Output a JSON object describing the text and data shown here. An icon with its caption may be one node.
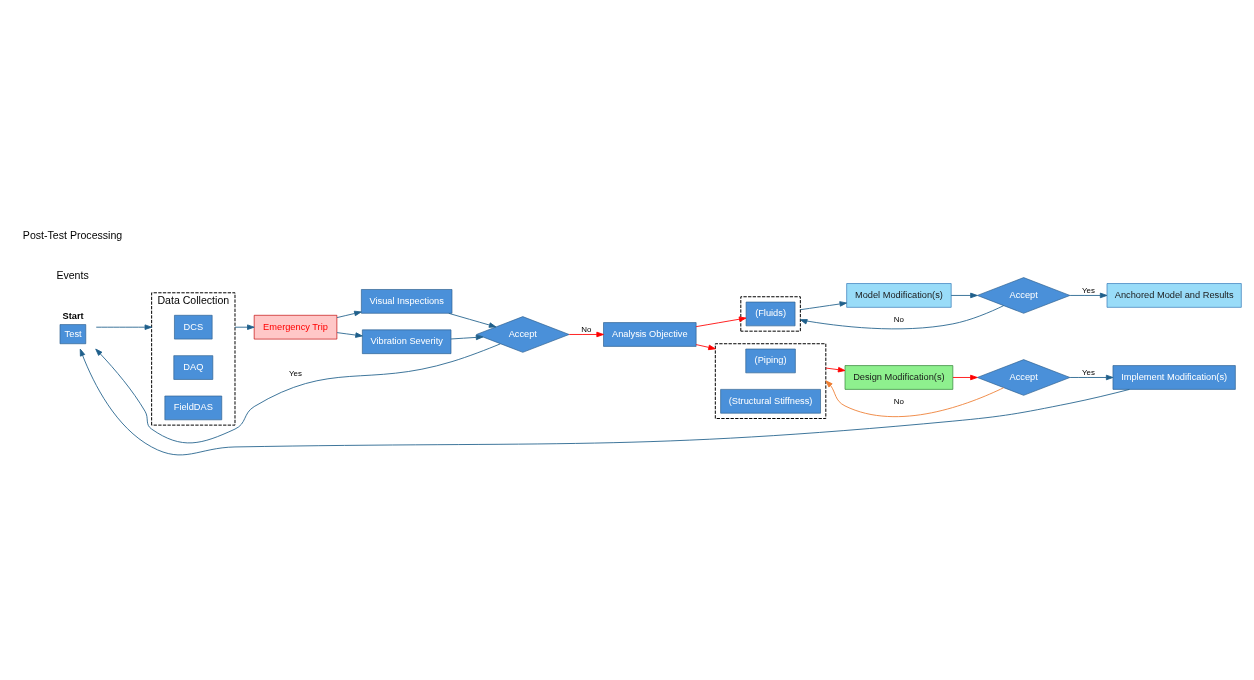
{
  "diagram": {
    "nodes": [
      {
        "text": [
          "Data Collection"
        ]
      },
      {
        "text": [
          "DCS"
        ],
        "in": 0
      },
      {
        "text": [
          "DAQ"
        ],
        "in": 0
      },
      {
        "text": [
          "FieldDAS"
        ],
        "in": 0
      },
      {
        "text": [
          "Test"
        ],
        "beside": [
          "Start"
        ]
      },
      {
        "text": [
          "Emergency Trip"
        ]
      },
      {
        "text": [
          "Visual Inspections"
        ]
      },
      {
        "text": [
          "Vibration Severity"
        ]
      },
      {
        "text": [
          "Accept"
        ]
      },
      {
        "text": [
          "Analysis Objective"
        ]
      },
      {
        "text": [],
        "shape": "box"
      },
      {
        "text": [
          "(Fluids)"
        ],
        "in": 10
      },
      {
        "text": [
          "Model Modification(s)"
        ]
      },
      {
        "text": [
          "Accept"
        ]
      },
      {
        "text": [
          "Anchored Model and Results"
        ]
      },
      {
        "text": [],
        "shape": "box"
      },
      {
        "text": [
          "(Piping)"
        ],
        "in": 15
      },
      {
        "text": [
          "(Structural Stiffness)"
        ],
        "in": 15
      },
      {
        "text": [
          "Design Modification(s)"
        ]
      },
      {
        "text": [
          "Accept"
        ]
      },
      {
        "text": [
          "Implement Modification(s)"
        ]
      }
    ],
    "edges": [
      {
        "from": 4,
        "to": 0,
        "arrow": "to"
      },
      {
        "from": 0,
        "to": 5,
        "arrow": "to"
      },
      {
        "from": 5,
        "to": 6,
        "arrow": "to"
      },
      {
        "from": 5,
        "to": 7,
        "arrow": "to"
      },
      {
        "from": 6,
        "to": 8,
        "arrow": "to"
      },
      {
        "from": 7,
        "to": 8,
        "arrow": "to"
      },
      {
        "from": 8,
        "to": 4,
        "arrow": "to",
        "label": "Yes"
      },
      {
        "from": 8,
        "to": 9,
        "arrow": "to",
        "label": "No",
        "color": "#ff0000"
      },
      {
        "from": 9,
        "to": 11,
        "arrow": "to",
        "color": "#ff0000"
      },
      {
        "from": 9,
        "to": 15,
        "arrow": "to",
        "color": "#ff0000"
      },
      {
        "from": 10,
        "to": 12,
        "arrow": "to"
      },
      {
        "from": 12,
        "to": 13,
        "arrow": "to"
      },
      {
        "from": 13,
        "to": 14,
        "arrow": "to",
        "label": "Yes"
      },
      {
        "from": 13,
        "to": 10,
        "arrow": "to",
        "label": "No"
      },
      {
        "from": 15,
        "to": 18,
        "arrow": "to",
        "color": "#ff0000"
      },
      {
        "from": 18,
        "to": 19,
        "arrow": "to",
        "color": "#ff0000"
      },
      {
        "from": 19,
        "to": 20,
        "arrow": "to",
        "label": "Yes"
      },
      {
        "from": 19,
        "to": 15,
        "arrow": "to",
        "label": "No",
        "color": "#ed7d31"
      },
      {
        "from": 20,
        "to": 4,
        "arrow": "to"
      }
    ],
    "labels": [
      "Events",
      "Post-Test Processing"
    ]
  }
}
